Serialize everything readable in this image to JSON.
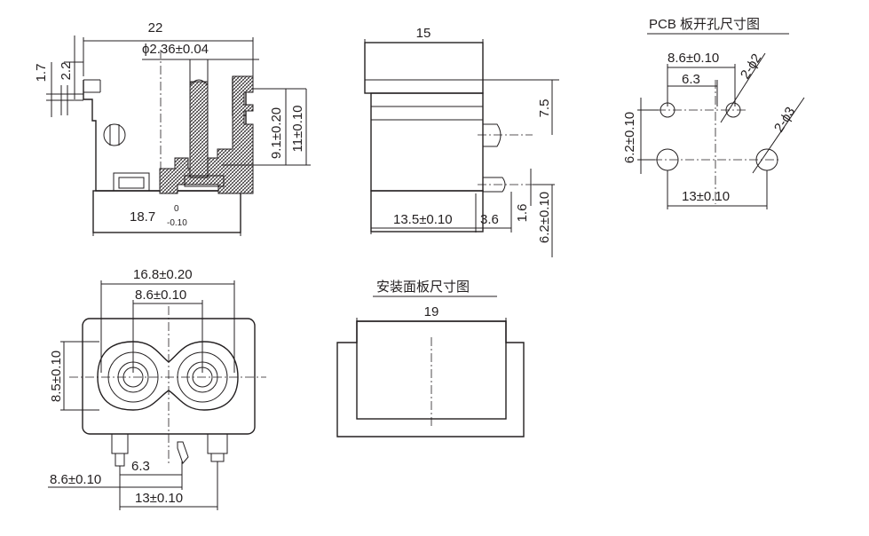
{
  "side_view": {
    "width": "22",
    "pin_diameter": "ϕ2.36±0.04",
    "d_2_2": "2.2",
    "d_1_7": "1.7",
    "d_9_1": "9.1±0.20",
    "d_11": "11±0.10",
    "base_main": "18.7",
    "base_upper": "0",
    "base_lower": "-0.10"
  },
  "profile_view": {
    "width": "15",
    "d_7_5": "7.5",
    "d_13_5": "13.5±0.10",
    "d_3_6": "3.6",
    "d_1_6": "1.6",
    "d_6_2": "6.2±0.10"
  },
  "pcb_view": {
    "title": "PCB 板开孔尺寸图",
    "d_8_6": "8.6±0.10",
    "d_6_3": "6.3",
    "hole_small": "2-ϕ2",
    "hole_large": "2-ϕ3",
    "d_6_2": "6.2±0.10",
    "d_13": "13±0.10"
  },
  "front_view": {
    "d_16_8": "16.8±0.20",
    "d_8_6": "8.6±0.10",
    "d_8_5": "8.5±0.10",
    "d_6_3": "6.3",
    "d_8_6_b": "8.6±0.10",
    "d_13": "13±0.10"
  },
  "panel_view": {
    "title": "安装面板尺寸图",
    "width": "19"
  }
}
